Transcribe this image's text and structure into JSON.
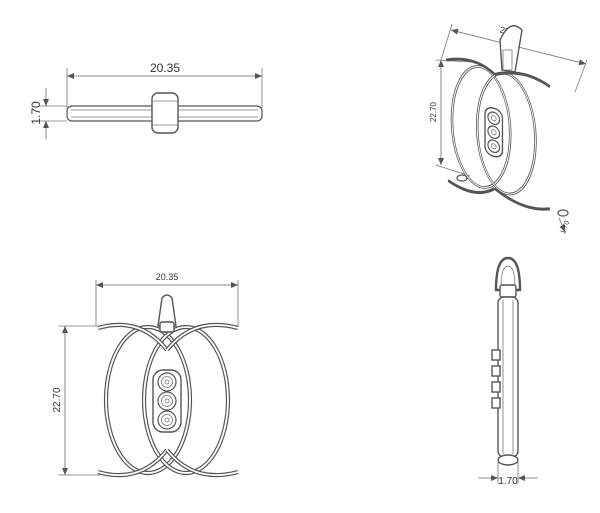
{
  "views": {
    "top": {
      "width_label": "20.35",
      "height_label": "1.70"
    },
    "iso": {
      "width_label": "20.35",
      "height_label": "22.70",
      "depth_label": "1.70"
    },
    "front": {
      "width_label": "20.35",
      "height_label": "22.70"
    },
    "side": {
      "thickness_label": "1.70"
    }
  },
  "colors": {
    "line": "#555555",
    "background": "#ffffff",
    "text": "#333333"
  }
}
